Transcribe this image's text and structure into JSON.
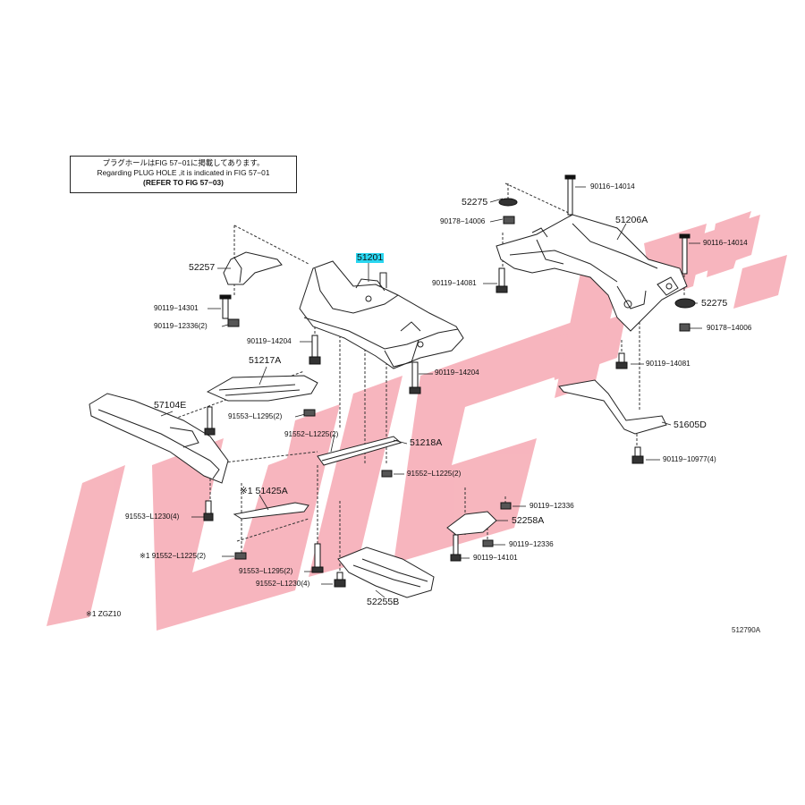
{
  "note": {
    "line1": "プラグホールはFIG 57−01に掲載してあります。",
    "line2": "Regarding PLUG HOLE ,it is indicated in FIG 57−01",
    "line3": "(REFER TO FIG 57−03)"
  },
  "watermark": {
    "text": "ولیجک",
    "color": "#f4a6b0"
  },
  "highlight_color": "#29d6f0",
  "labels": {
    "p51201": "51201",
    "p52257": "52257",
    "p90119_14301": "90119−14301",
    "p90119_12336_2": "90119−12336(2)",
    "p90119_14204_a": "90119−14204",
    "p90119_14204_b": "90119−14204",
    "p51217A": "51217A",
    "p57104E": "57104E",
    "p91553_L1295_2a": "91553−L1295(2)",
    "p91552_L1225_2a": "91552−L1225(2)",
    "p51218A": "51218A",
    "p91552_L1225_2b": "91552−L1225(2)",
    "p51425A": "※1 51425A",
    "p91553_L1230_4": "91553−L1230(4)",
    "p91552_L1225_2c": "※1 91552−L1225(2)",
    "p91553_L1295_2b": "91553−L1295(2)",
    "p91552_L1230_4": "91552−L1230(4)",
    "p52255B": "52255B",
    "pZGZ10": "※1 ZGZ10",
    "p52275_a": "52275",
    "p90178_14006_a": "90178−14006",
    "p90116_14014_a": "90116−14014",
    "p51206A": "51206A",
    "p90119_14081_a": "90119−14081",
    "p90116_14014_b": "90116−14014",
    "p52275_b": "52275",
    "p90178_14006_b": "90178−14006",
    "p90119_14081_b": "90119−14081",
    "p51605D": "51605D",
    "p90119_10977_4": "90119−10977(4)",
    "p90119_12336_a": "90119−12336",
    "p52258A": "52258A",
    "p90119_12336_b": "90119−12336",
    "p90119_14101": "90119−14101",
    "fig_code": "512790A"
  },
  "icons": [
    "bolt-icon",
    "nut-icon",
    "washer-icon",
    "bracket-icon",
    "crossmember-icon",
    "arm-icon"
  ]
}
